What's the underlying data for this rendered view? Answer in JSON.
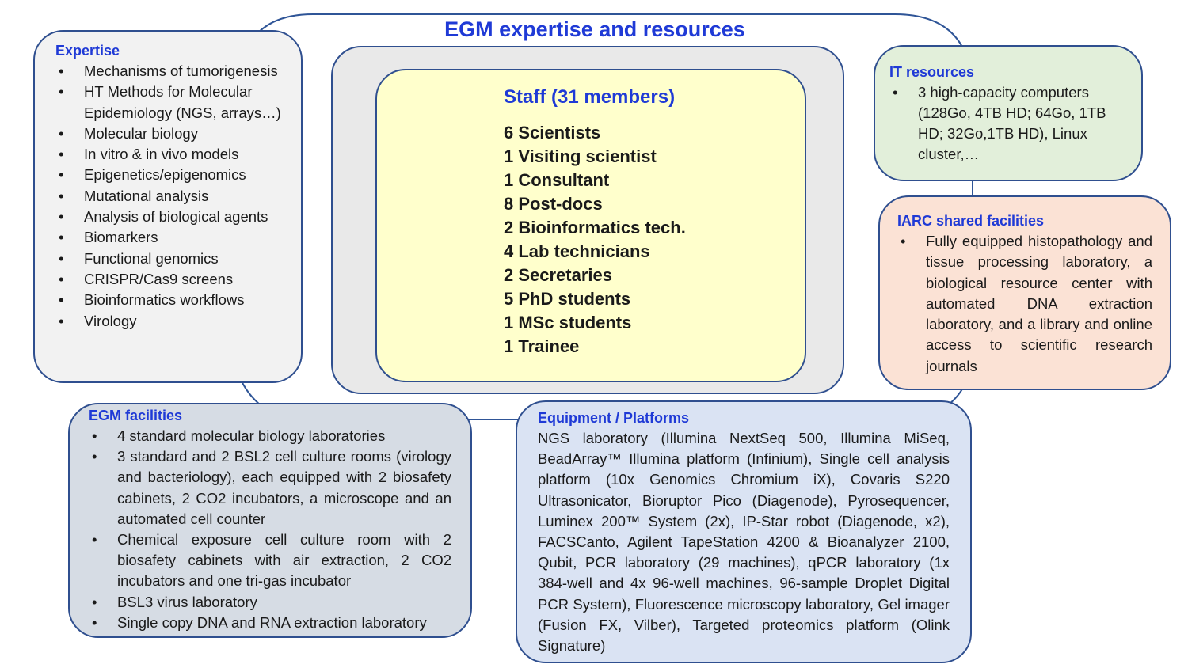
{
  "title": "EGM expertise and resources",
  "expertise": {
    "heading": "Expertise",
    "items": [
      "Mechanisms of tumorigenesis",
      "HT Methods for Molecular Epidemiology (NGS, arrays…)",
      "Molecular biology",
      "In vitro & in vivo models",
      "Epigenetics/epigenomics",
      "Mutational analysis",
      "Analysis of biological agents",
      "Biomarkers",
      "Functional genomics",
      "CRISPR/Cas9 screens",
      "Bioinformatics workflows",
      "Virology"
    ]
  },
  "staff": {
    "heading": "Staff (31 members)",
    "rows": [
      "6 Scientists",
      "1 Visiting scientist",
      "1 Consultant",
      "8 Post-docs",
      "2 Bioinformatics tech.",
      "4 Lab technicians",
      "2 Secretaries",
      "5 PhD students",
      "1 MSc students",
      "1 Trainee"
    ]
  },
  "it_resources": {
    "heading": "IT resources",
    "items": [
      "3 high-capacity computers (128Go, 4TB HD; 64Go, 1TB HD; 32Go,1TB HD), Linux cluster,…"
    ]
  },
  "iarc_facilities": {
    "heading": "IARC shared facilities",
    "items": [
      "Fully equipped histopathology and tissue processing laboratory, a biological resource center with automated DNA extraction laboratory, and a library and online access to scientific research journals"
    ]
  },
  "egm_facilities": {
    "heading": "EGM facilities",
    "items": [
      "4 standard molecular biology laboratories",
      "3 standard and 2 BSL2 cell culture rooms (virology and bacteriology), each equipped with 2 biosafety cabinets, 2 CO2 incubators, a microscope and an automated cell counter",
      "Chemical exposure cell culture room with 2 biosafety cabinets with air extraction, 2 CO2 incubators and one tri-gas incubator",
      "BSL3 virus laboratory",
      "Single copy DNA and RNA extraction laboratory"
    ]
  },
  "equipment": {
    "heading": "Equipment / Platforms",
    "text": "NGS laboratory (Illumina NextSeq 500, Illumina MiSeq, BeadArray™ Illumina platform (Infinium), Single cell analysis platform (10x Genomics Chromium iX), Covaris S220 Ultrasonicator, Bioruptor Pico (Diagenode), Pyrosequencer, Luminex 200™ System (2x), IP-Star robot (Diagenode, x2), FACSCanto, Agilent TapeStation 4200 & Bioanalyzer 2100, Qubit, PCR laboratory (29 machines), qPCR laboratory (1x 384-well and 4x 96-well machines, 96-sample Droplet Digital PCR System), Fluorescence microscopy laboratory, Gel imager (Fusion FX, Vilber), Targeted proteomics platform (Olink Signature)"
  },
  "colors": {
    "heading_blue": "#1f3ad6",
    "border": "#2f4f8f",
    "expertise_bg": "#f2f2f2",
    "staff_outer_bg": "#e9e9e9",
    "staff_bg": "#ffffcc",
    "it_bg": "#e2efda",
    "iarc_bg": "#fbe2d5",
    "facilities_bg": "#d6dce4",
    "equipment_bg": "#dae3f3"
  }
}
